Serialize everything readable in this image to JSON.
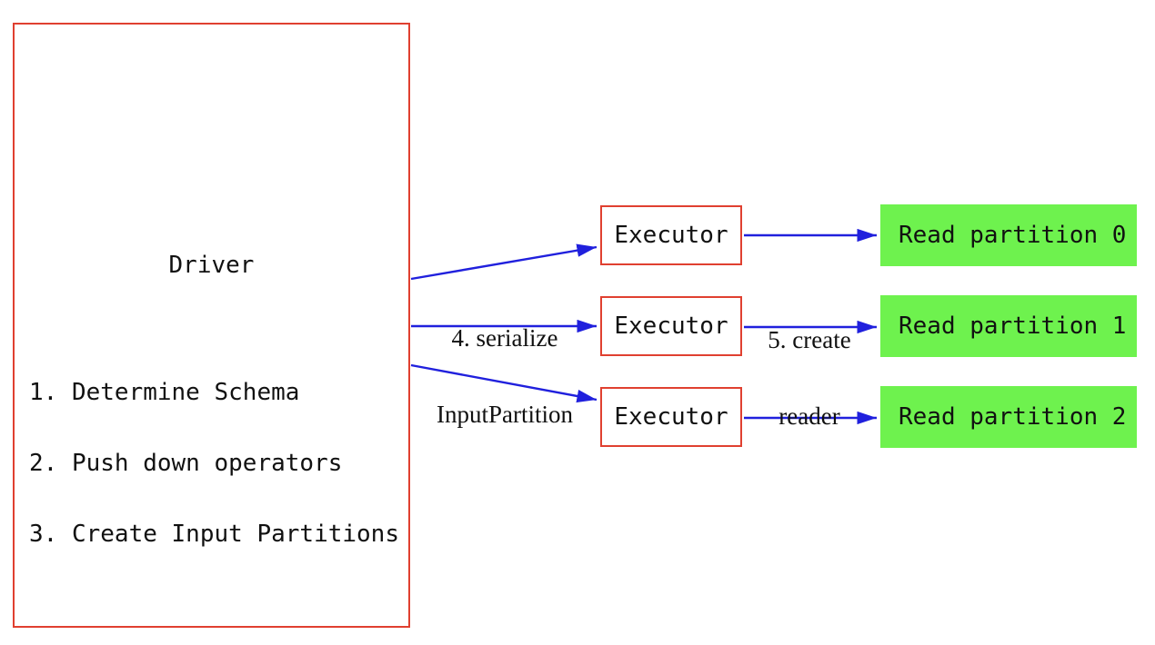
{
  "diagram": {
    "driver": {
      "title": "Driver",
      "steps": [
        "1. Determine Schema",
        "2. Push down operators",
        "3. Create Input Partitions"
      ]
    },
    "executors": [
      {
        "label": "Executor"
      },
      {
        "label": "Executor"
      },
      {
        "label": "Executor"
      }
    ],
    "partitions": [
      {
        "label": "Read partition 0"
      },
      {
        "label": "Read partition 1"
      },
      {
        "label": "Read partition 2"
      }
    ],
    "annotations": {
      "serialize": {
        "line1": "4. serialize",
        "line2": "InputPartition"
      },
      "create_reader": {
        "line1": "5. create",
        "line2": "reader"
      }
    },
    "colors": {
      "box_border_red": "#e04030",
      "arrow_blue": "#2020dd",
      "partition_green": "#6ef24e",
      "text_black": "#111111",
      "background": "#ffffff"
    }
  }
}
